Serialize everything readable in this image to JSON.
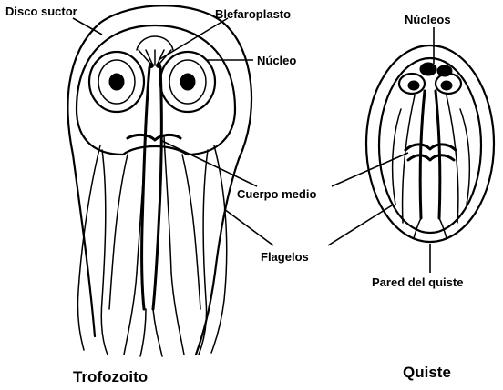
{
  "labels": {
    "disco_suctor": "Disco suctor",
    "blefaroplasto": "Blefaroplasto",
    "nucleo": "Núcleo",
    "nucleos": "Núcleos",
    "cuerpo_medio": "Cuerpo medio",
    "flagelos": "Flagelos",
    "pared_del_quiste": "Pared del quiste"
  },
  "captions": {
    "trofozoito": "Trofozoito",
    "quiste": "Quiste"
  }
}
